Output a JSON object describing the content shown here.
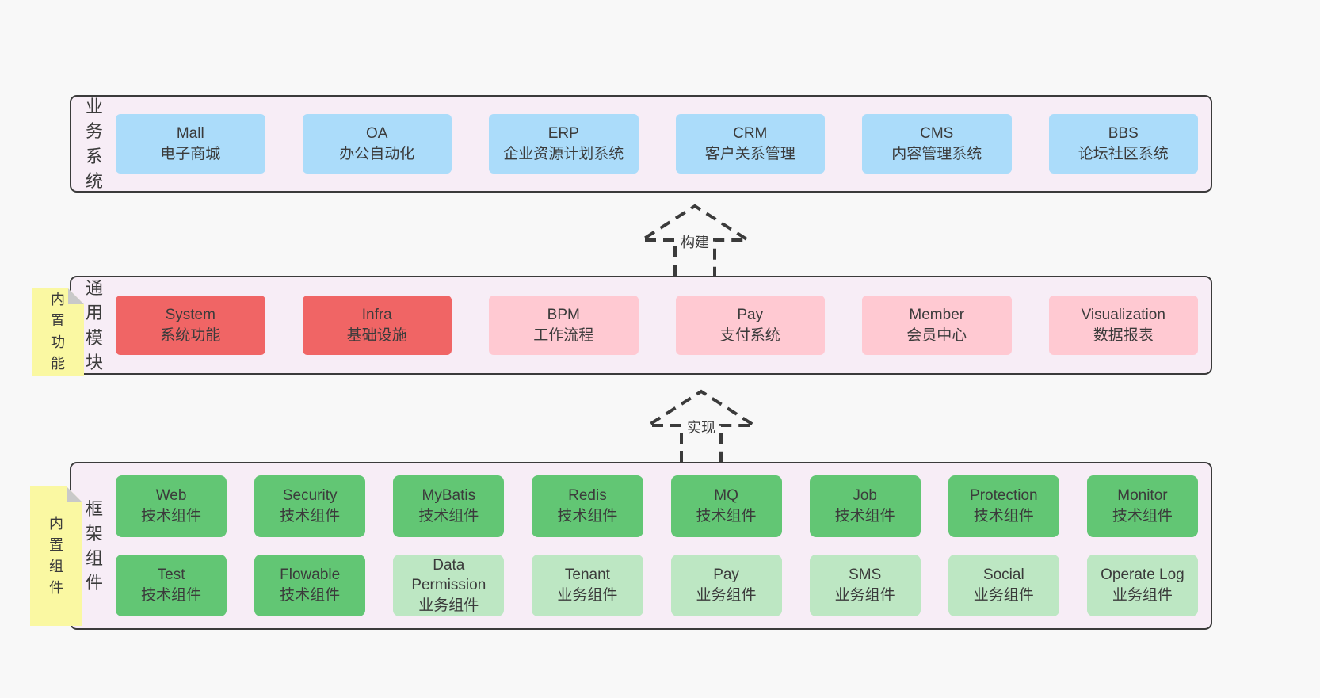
{
  "arrows": [
    {
      "label": "构建"
    },
    {
      "label": "实现"
    }
  ],
  "bands": [
    {
      "label": "业务系统",
      "items": [
        {
          "name": "Mall",
          "desc": "电子商城",
          "type": "blue"
        },
        {
          "name": "OA",
          "desc": "办公自动化",
          "type": "blue"
        },
        {
          "name": "ERP",
          "desc": "企业资源计划系统",
          "type": "blue"
        },
        {
          "name": "CRM",
          "desc": "客户关系管理",
          "type": "blue"
        },
        {
          "name": "CMS",
          "desc": "内容管理系统",
          "type": "blue"
        },
        {
          "name": "BBS",
          "desc": "论坛社区系统",
          "type": "blue"
        }
      ]
    },
    {
      "label": "通用模块",
      "note": "内置功能",
      "items": [
        {
          "name": "System",
          "desc": "系统功能",
          "type": "red"
        },
        {
          "name": "Infra",
          "desc": "基础设施",
          "type": "red"
        },
        {
          "name": "BPM",
          "desc": "工作流程",
          "type": "pink"
        },
        {
          "name": "Pay",
          "desc": "支付系统",
          "type": "pink"
        },
        {
          "name": "Member",
          "desc": "会员中心",
          "type": "pink"
        },
        {
          "name": "Visualization",
          "desc": "数据报表",
          "type": "pink"
        }
      ]
    },
    {
      "label": "框架组件",
      "note": "内置组件",
      "rows": [
        [
          {
            "name": "Web",
            "desc": "技术组件",
            "type": "green"
          },
          {
            "name": "Security",
            "desc": "技术组件",
            "type": "green"
          },
          {
            "name": "MyBatis",
            "desc": "技术组件",
            "type": "green"
          },
          {
            "name": "Redis",
            "desc": "技术组件",
            "type": "green"
          },
          {
            "name": "MQ",
            "desc": "技术组件",
            "type": "green"
          },
          {
            "name": "Job",
            "desc": "技术组件",
            "type": "green"
          },
          {
            "name": "Protection",
            "desc": "技术组件",
            "type": "green"
          },
          {
            "name": "Monitor",
            "desc": "技术组件",
            "type": "green"
          }
        ],
        [
          {
            "name": "Test",
            "desc": "技术组件",
            "type": "green"
          },
          {
            "name": "Flowable",
            "desc": "技术组件",
            "type": "green"
          },
          {
            "name": "Data Permission",
            "desc": "业务组件",
            "type": "green-light"
          },
          {
            "name": "Tenant",
            "desc": "业务组件",
            "type": "green-light"
          },
          {
            "name": "Pay",
            "desc": "业务组件",
            "type": "green-light"
          },
          {
            "name": "SMS",
            "desc": "业务组件",
            "type": "green-light"
          },
          {
            "name": "Social",
            "desc": "业务组件",
            "type": "green-light"
          },
          {
            "name": "Operate Log",
            "desc": "业务组件",
            "type": "green-light"
          }
        ]
      ]
    }
  ],
  "colors": {
    "page_bg": "#f8f8f8",
    "band_bg": "#f7edf6",
    "band_border": "#3b3b3b",
    "blue": "#abdcfa",
    "red": "#f06565",
    "pink": "#ffc9d2",
    "green": "#62c674",
    "green_light": "#bde7c3",
    "note_bg": "#faf8a2",
    "note_fold": "#c9c9c9",
    "text": "#3b3b3b"
  }
}
